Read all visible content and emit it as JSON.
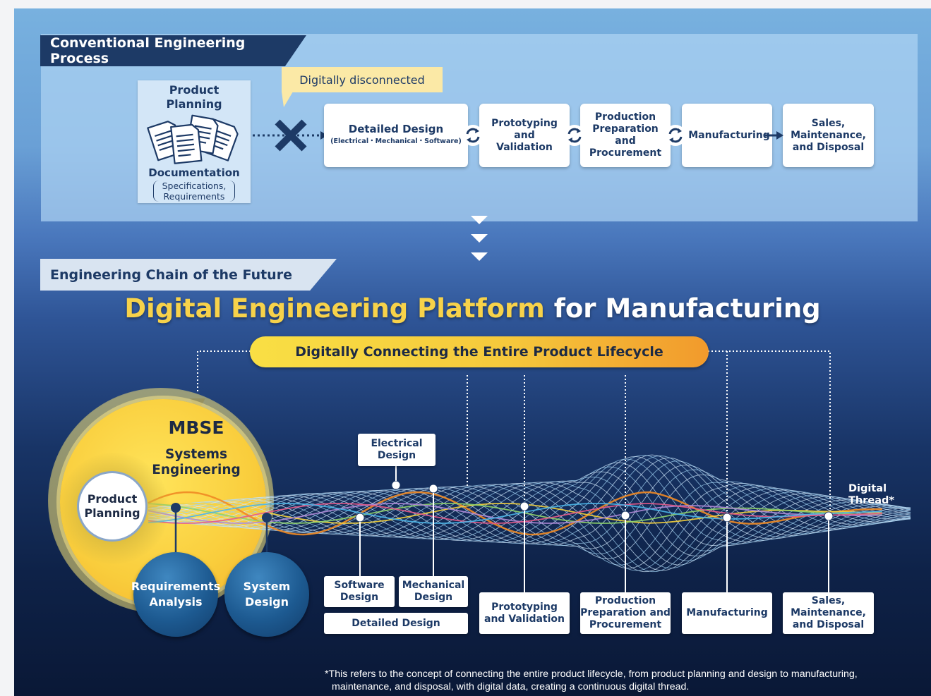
{
  "conventional": {
    "title": "Conventional Engineering Process",
    "product_planning": [
      "Product",
      "Planning"
    ],
    "documentation": "Documentation",
    "documentation_detail": [
      "Specifications,",
      "Requirements"
    ],
    "callout": "Digitally disconnected",
    "steps": {
      "detailed_design": "Detailed Design",
      "detailed_design_sub": "(Electrical・Mechanical・Software)",
      "prototyping": [
        "Prototyping",
        "and",
        "Validation"
      ],
      "production": [
        "Production",
        "Preparation",
        "and",
        "Procurement"
      ],
      "manufacturing": "Manufacturing",
      "sales": [
        "Sales,",
        "Maintenance,",
        "and Disposal"
      ]
    }
  },
  "future": {
    "title": "Engineering Chain of the Future",
    "headline_highlight": "Digital Engineering Platform",
    "headline_rest": "for Manufacturing",
    "banner": "Digitally Connecting the Entire Product Lifecycle",
    "mbse": "MBSE",
    "systems_engineering": [
      "Systems",
      "Engineering"
    ],
    "product_planning": [
      "Product",
      "Planning"
    ],
    "requirements_analysis": [
      "Requirements",
      "Analysis"
    ],
    "system_design": [
      "System",
      "Design"
    ],
    "electrical_design": [
      "Electrical",
      "Design"
    ],
    "software_design": [
      "Software",
      "Design"
    ],
    "mechanical_design": [
      "Mechanical",
      "Design"
    ],
    "detailed_design": "Detailed Design",
    "prototyping": [
      "Prototyping",
      "and Validation"
    ],
    "production": [
      "Production",
      "Preparation and",
      "Procurement"
    ],
    "manufacturing": "Manufacturing",
    "sales": [
      "Sales,",
      "Maintenance,",
      "and Disposal"
    ],
    "digital_thread": [
      "Digital",
      "Thread*"
    ]
  },
  "footnote": [
    "*This refers to the concept of connecting the entire product lifecycle, from product planning and design to manufacturing,",
    "maintenance, and disposal, with digital data, creating a continuous digital thread."
  ],
  "colors": {
    "navy": "#1d3a66",
    "accent_yellow": "#f5d23c",
    "banner_orange": "#f39a2e",
    "callout_bg": "#fbe9a6",
    "panel_bg": "#a9cdee"
  }
}
